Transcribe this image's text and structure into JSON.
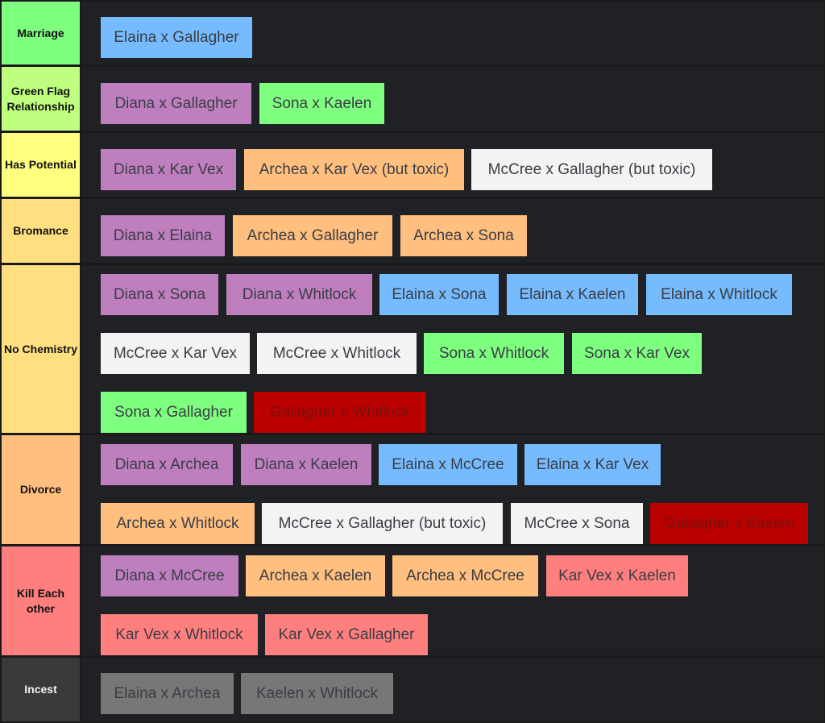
{
  "colors": {
    "page_bg": "#1a1a1b",
    "row_bg": "#202124",
    "blue": "#77bbff",
    "purple": "#bf7fbf",
    "green": "#7fff7f",
    "orange": "#ffbf7f",
    "white": "#f3f3f3",
    "red": "#bb0000",
    "pink": "#ff7f7f",
    "gray": "#777777"
  },
  "tiers": [
    {
      "label": "Marriage",
      "color": "#7fff7f",
      "items": [
        {
          "text": "Elaina x Gallagher",
          "color": "blue"
        }
      ]
    },
    {
      "label": "Green Flag Relationship",
      "color": "#bfff7f",
      "items": [
        {
          "text": "Diana x Gallagher",
          "color": "purple"
        },
        {
          "text": "Sona x Kaelen",
          "color": "green"
        }
      ]
    },
    {
      "label": "Has Potential",
      "color": "#ffff7f",
      "items": [
        {
          "text": "Diana x Kar Vex",
          "color": "purple"
        },
        {
          "text": "Archea x Kar Vex (but toxic)",
          "color": "orange"
        },
        {
          "text": "McCree x Gallagher (but toxic)",
          "color": "white"
        }
      ]
    },
    {
      "label": "Bromance",
      "color": "#ffdf7f",
      "items": [
        {
          "text": "Diana x Elaina",
          "color": "purple"
        },
        {
          "text": "Archea x Gallagher",
          "color": "orange"
        },
        {
          "text": "Archea x Sona",
          "color": "orange"
        }
      ]
    },
    {
      "label": "No Chemistry",
      "color": "#ffdf7f",
      "items": [
        {
          "text": "Diana x Sona",
          "color": "purple"
        },
        {
          "text": "Diana x Whitlock",
          "color": "purple"
        },
        {
          "text": "Elaina x Sona",
          "color": "blue"
        },
        {
          "text": "Elaina x Kaelen",
          "color": "blue"
        },
        {
          "text": "Elaina x Whitlock",
          "color": "blue"
        },
        {
          "text": "McCree x Kar Vex",
          "color": "white"
        },
        {
          "text": "McCree x Whitlock",
          "color": "white"
        },
        {
          "text": "Sona x Whitlock",
          "color": "green"
        },
        {
          "text": "Sona x Kar Vex",
          "color": "green"
        },
        {
          "text": "Sona x Gallagher",
          "color": "green"
        },
        {
          "text": "Gallagher x Whitlock",
          "color": "red"
        }
      ]
    },
    {
      "label": "Divorce",
      "color": "#ffbf7f",
      "items": [
        {
          "text": "Diana x Archea",
          "color": "purple"
        },
        {
          "text": "Diana x Kaelen",
          "color": "purple"
        },
        {
          "text": "Elaina x McCree",
          "color": "blue"
        },
        {
          "text": "Elaina x Kar Vex",
          "color": "blue"
        },
        {
          "text": "Archea x Whitlock",
          "color": "orange"
        },
        {
          "text": "McCree x Gallagher (but toxic)",
          "color": "white"
        },
        {
          "text": "McCree x Sona",
          "color": "white"
        },
        {
          "text": "Gallagher x Kaelen",
          "color": "red"
        }
      ]
    },
    {
      "label": "Kill Each other",
      "color": "#ff7f7f",
      "items": [
        {
          "text": "Diana x McCree",
          "color": "purple"
        },
        {
          "text": "Archea x Kaelen",
          "color": "orange"
        },
        {
          "text": "Archea x McCree",
          "color": "orange"
        },
        {
          "text": "Kar Vex x Kaelen",
          "color": "pink"
        },
        {
          "text": "Kar Vex x Whitlock",
          "color": "pink"
        },
        {
          "text": "Kar Vex x Gallagher",
          "color": "pink"
        }
      ]
    },
    {
      "label": "Incest",
      "color": "#3a3a3a",
      "items": [
        {
          "text": "Elaina x Archea",
          "color": "gray"
        },
        {
          "text": "Kaelen x Whitlock",
          "color": "gray"
        }
      ]
    }
  ]
}
